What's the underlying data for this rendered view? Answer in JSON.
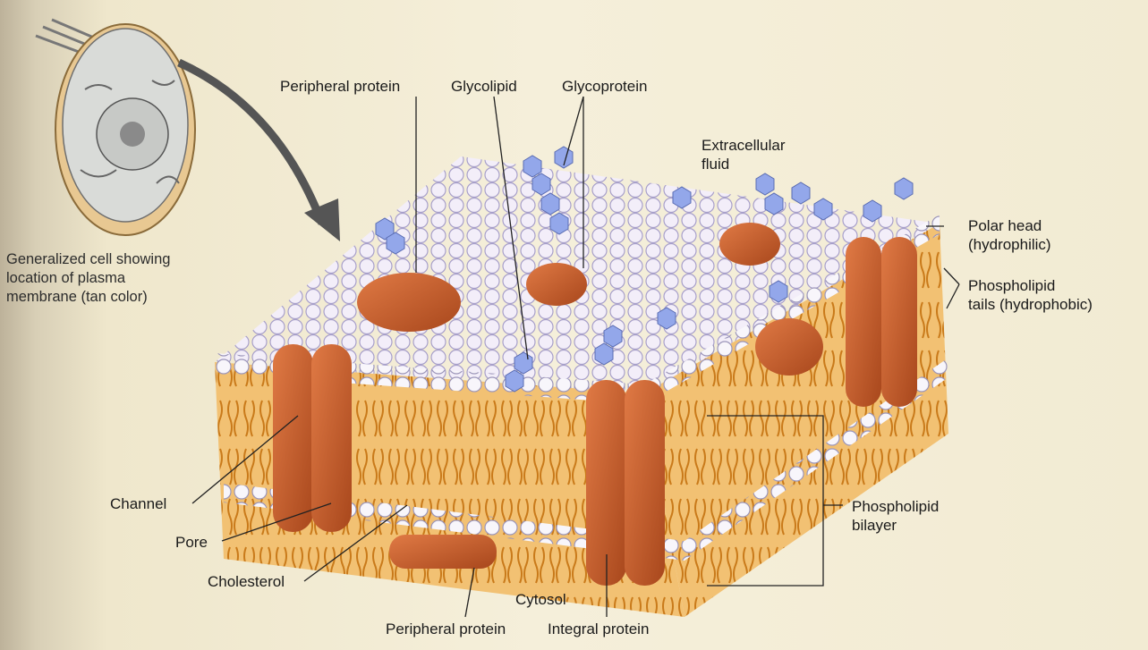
{
  "labels": {
    "peripheral_protein_top": "Peripheral protein",
    "glycolipid": "Glycolipid",
    "glycoprotein": "Glycoprotein",
    "extracellular_fluid": "Extracellular\nfluid",
    "polar_head": "Polar head\n(hydrophilic)",
    "phospholipid_tails": "Phospholipid\ntails (hydrophobic)",
    "generalized_cell": "Generalized cell showing\nlocation of plasma\nmembrane (tan color)",
    "channel": "Channel",
    "pore": "Pore",
    "cholesterol": "Cholesterol",
    "peripheral_protein_bottom": "Peripheral protein",
    "cytosol": "Cytosol",
    "integral_protein": "Integral protein",
    "phospholipid_bilayer": "Phospholipid\nbilayer"
  },
  "colors": {
    "membrane_top": "#ece4f4",
    "head_outline": "#9d94c0",
    "bilayer_tan": "#e9a645",
    "protein": "#c8612e",
    "carbohydrate": "#8fa2e6"
  }
}
